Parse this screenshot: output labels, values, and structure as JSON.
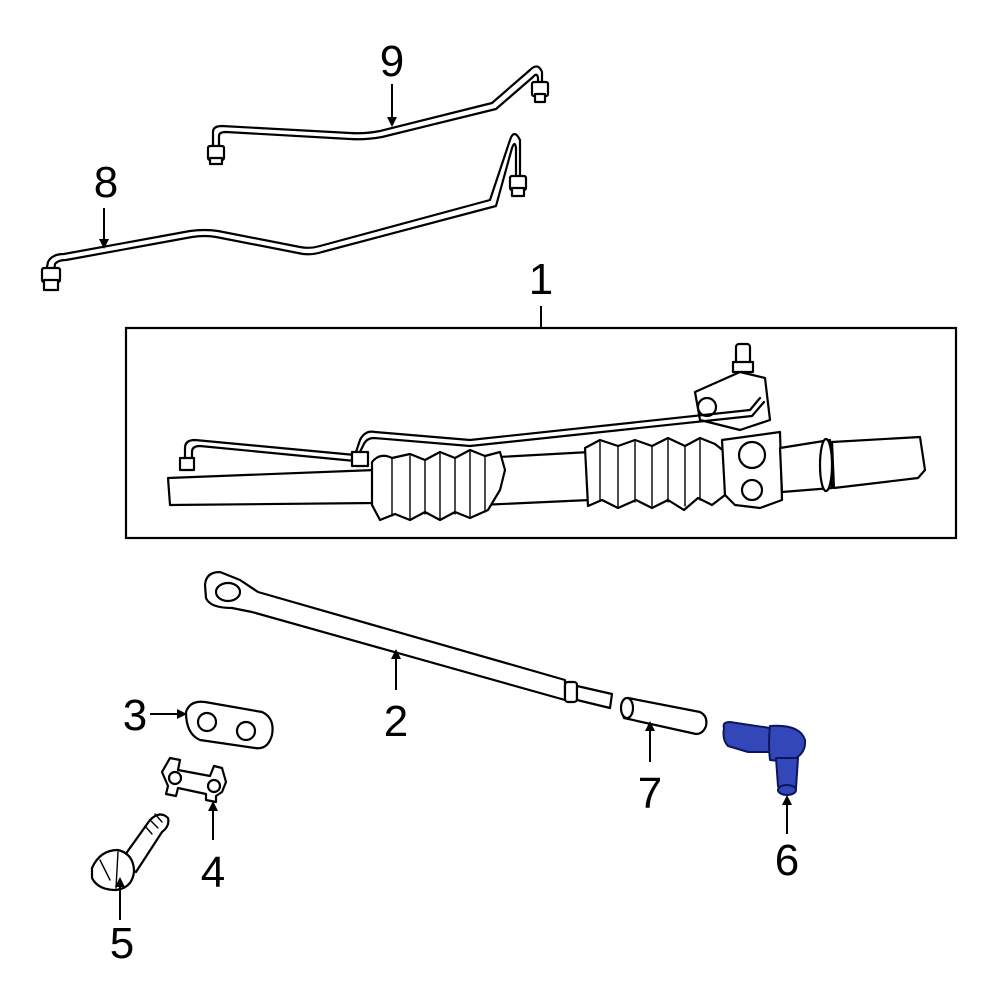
{
  "diagram": {
    "callouts": {
      "c1": "1",
      "c2": "2",
      "c3": "3",
      "c4": "4",
      "c5": "5",
      "c6": "6",
      "c7": "7",
      "c8": "8",
      "c9": "9"
    },
    "highlight_color": "#3347b8"
  }
}
